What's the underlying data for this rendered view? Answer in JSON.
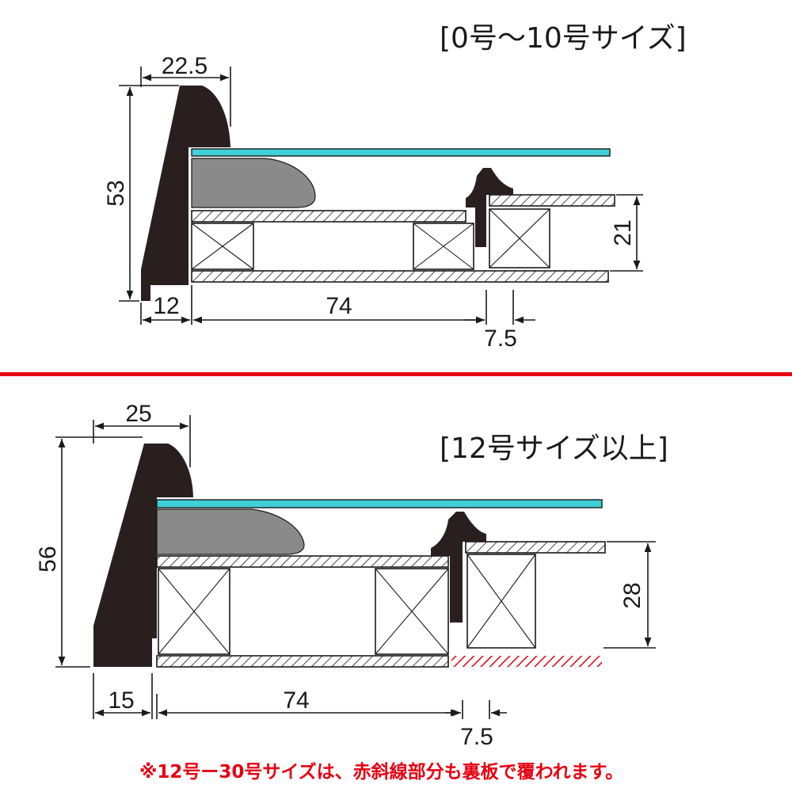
{
  "section_top": {
    "heading": "[0号～10号サイズ]",
    "dim_frame_width": "22.5",
    "dim_frame_height": "53",
    "dim_rebate": "12",
    "dim_inner": "74",
    "dim_spacer": "7.5",
    "dim_depth": "21"
  },
  "section_bottom": {
    "heading": "[12号サイズ以上]",
    "dim_frame_width": "25",
    "dim_frame_height": "56",
    "dim_rebate": "15",
    "dim_inner": "74",
    "dim_spacer": "7.5",
    "dim_depth": "28"
  },
  "note": "※12号ー30号サイズは、赤斜線部分も裏板で覆われます。",
  "colors": {
    "frame": "#2a1f1f",
    "glass": "#3fd0d8",
    "mat": "#8a8a8a",
    "divider": "#e60012",
    "red_hatch": "#e60012"
  }
}
